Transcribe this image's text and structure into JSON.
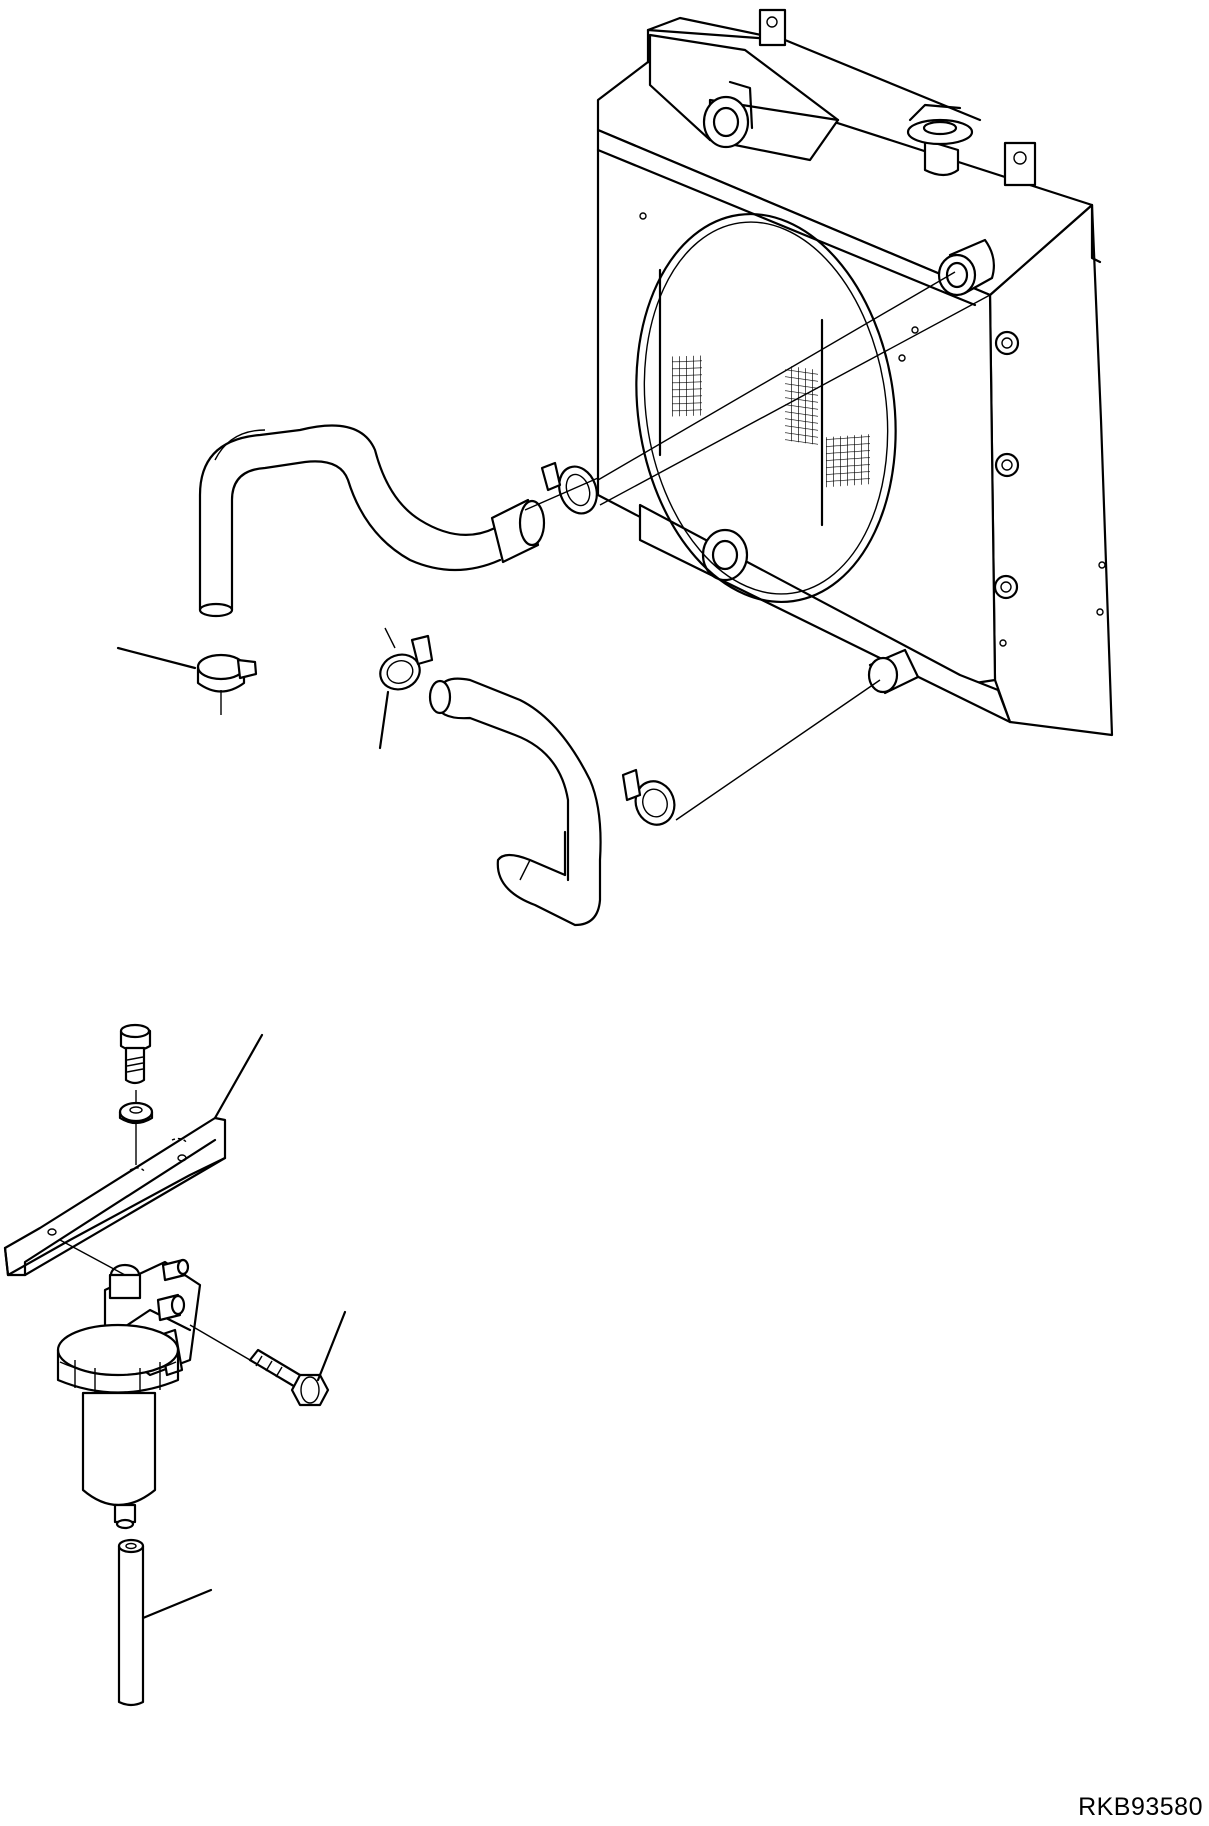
{
  "drawing": {
    "reference_code": "RKB93580",
    "parts": [
      {
        "id": "radiator",
        "icon": "radiator-icon"
      },
      {
        "id": "upper-hose",
        "icon": "hose-icon"
      },
      {
        "id": "lower-hose",
        "icon": "hose-icon"
      },
      {
        "id": "hose-clamps",
        "icon": "clamp-icon"
      },
      {
        "id": "mounting-bracket",
        "icon": "bracket-icon"
      },
      {
        "id": "fuel-water-separator",
        "icon": "filter-icon"
      },
      {
        "id": "drain-tube",
        "icon": "tube-icon"
      },
      {
        "id": "bolts",
        "icon": "bolt-icon"
      }
    ],
    "line_color": "#000000",
    "background": "#ffffff"
  }
}
